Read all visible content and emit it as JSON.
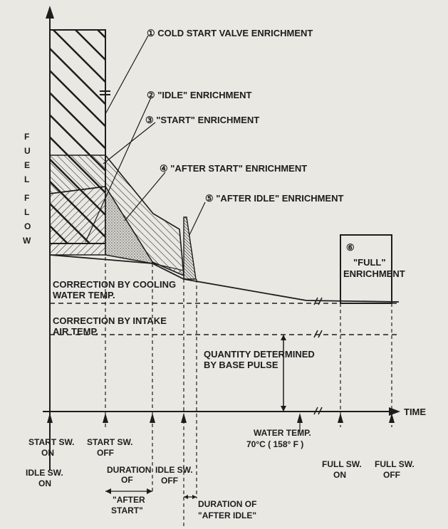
{
  "y_axis_letters": [
    "F",
    "U",
    "E",
    "L",
    "",
    "F",
    "L",
    "O",
    "W"
  ],
  "x_axis_label": "TIME",
  "callouts": {
    "c1": "① COLD START VALVE ENRICHMENT",
    "c2": "② \"IDLE\" ENRICHMENT",
    "c3": "③ \"START\" ENRICHMENT",
    "c4": "④ \"AFTER START\" ENRICHMENT",
    "c5": "⑤ \"AFTER IDLE\" ENRICHMENT",
    "c6_num": "⑥",
    "c6_line1": "\"FULL\"",
    "c6_line2": "ENRICHMENT"
  },
  "corrections": {
    "water_1": "CORRECTION BY COOLING",
    "water_2": "WATER TEMP.",
    "air_1": "CORRECTION BY INTAKE",
    "air_2": "AIR TEMP.",
    "base_1": "QUANTITY DETERMINED",
    "base_2": "BY BASE PULSE"
  },
  "events": {
    "start_on_1": "START SW.",
    "start_on_2": "ON",
    "start_off_1": "START SW.",
    "start_off_2": "OFF",
    "idle_on_1": "IDLE SW.",
    "idle_on_2": "ON",
    "dur_after_start_1": "DURATION",
    "dur_after_start_2": "OF",
    "dur_after_start_3": "\"AFTER",
    "dur_after_start_4": "START\"",
    "idle_off_1": "IDLE SW.",
    "idle_off_2": "OFF",
    "dur_after_idle_1": "DURATION OF",
    "dur_after_idle_2": "\"AFTER IDLE\"",
    "water_temp_1": "WATER TEMP.",
    "water_temp_2": "70°C ( 158° F )",
    "full_on_1": "FULL SW.",
    "full_on_2": "ON",
    "full_off_1": "FULL SW.",
    "full_off_2": "OFF"
  },
  "colors": {
    "ink": "#1d1d1d",
    "paper": "#e9e8e2",
    "stipple": "#bdbcb5"
  }
}
